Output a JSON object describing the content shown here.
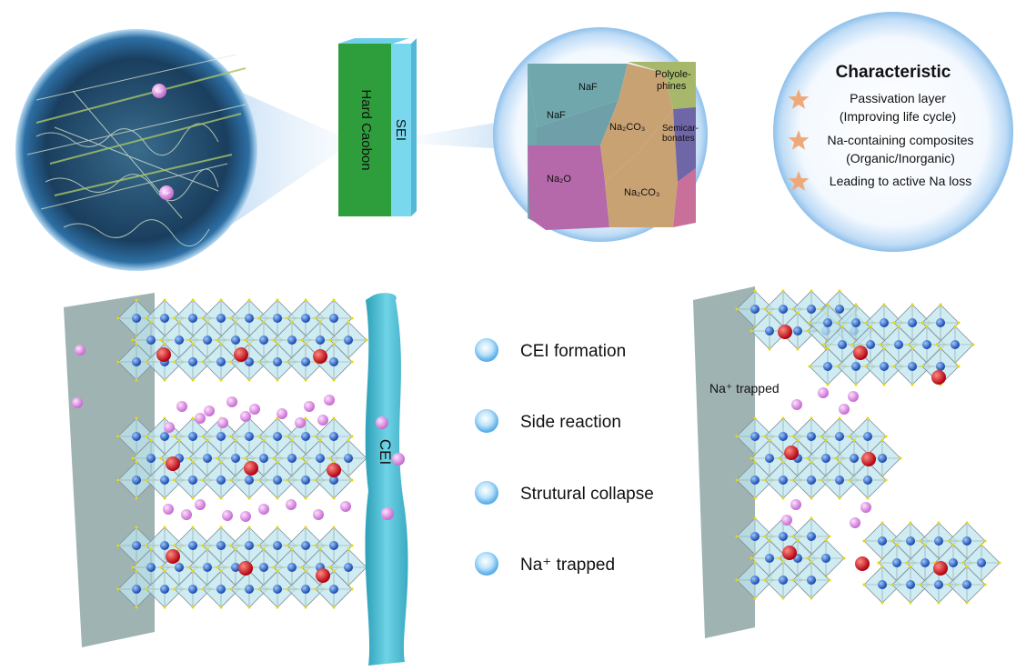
{
  "slab": {
    "sei_label": "SEI",
    "carbon_label": "Hard Caobon"
  },
  "sei_components": {
    "naf_1": "NaF",
    "naf_2": "NaF",
    "na2co3_1": "Na₂CO₃",
    "na2co3_2": "Na₂CO₃",
    "na2o": "Na₂O",
    "polyolephines_1": "Polyole-",
    "polyolephines_2": "phines",
    "semicarbonates_1": "Semicar-",
    "semicarbonates_2": "bonates"
  },
  "characteristic": {
    "title": "Characteristic",
    "items": [
      {
        "line1": "Passivation layer",
        "line2": "(Improving life cycle)"
      },
      {
        "line1": "Na-containing composites",
        "line2": "(Organic/Inorganic)"
      },
      {
        "line1": "Leading to active Na loss",
        "line2": ""
      }
    ]
  },
  "na_labels": {
    "small": "Na⁺"
  },
  "cei_label": "CEI",
  "legend": [
    {
      "label": "CEI formation"
    },
    {
      "label": "Side reaction"
    },
    {
      "label": "Strutural collapse"
    },
    {
      "label": "Na⁺ trapped"
    }
  ],
  "right_panel": {
    "trapped_label": "Na⁺ trapped"
  },
  "colors": {
    "star": "#f0a878",
    "cei": "#5cc3d6",
    "hard_carbon": "#2e9e3c",
    "sei": "#7ad8ee"
  }
}
